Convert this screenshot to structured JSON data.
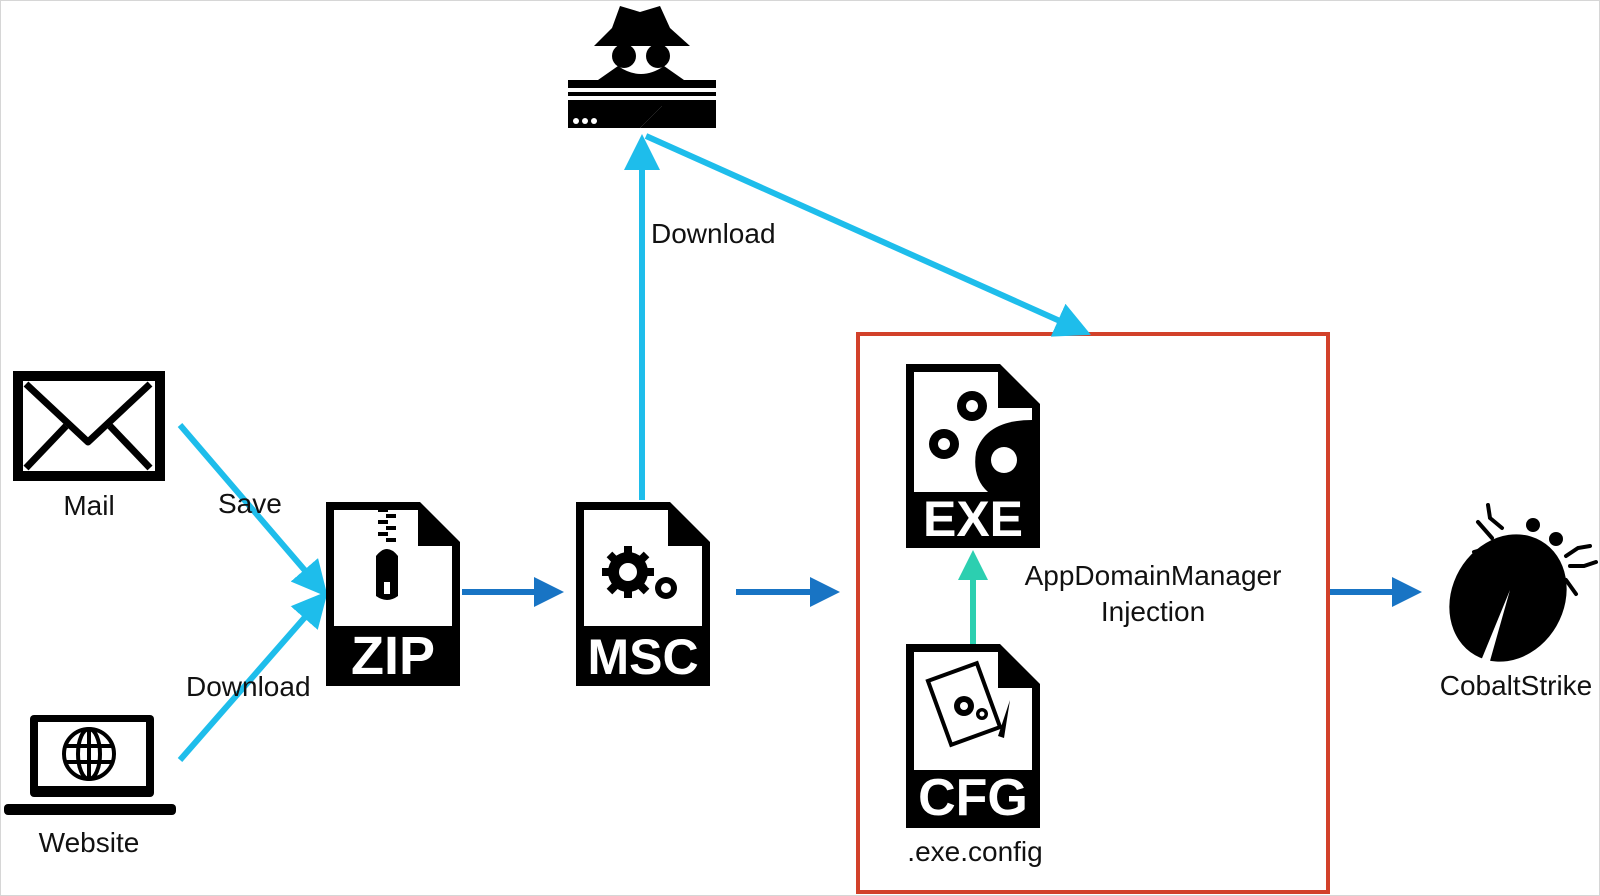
{
  "title": "MSC to AppDomainManager Injection to CobaltStrike attack flow",
  "colors": {
    "light_arrow": "#1EBDEB",
    "dark_arrow": "#1874C4",
    "teal_arrow": "#2CCFB0",
    "group_border": "#D2412A",
    "icon": "#000000"
  },
  "nodes": {
    "attacker": {
      "label": "",
      "icon": "hacker-server-icon"
    },
    "mail": {
      "label": "Mail",
      "icon": "envelope-icon"
    },
    "website": {
      "label": "Website",
      "icon": "laptop-globe-icon"
    },
    "zip": {
      "label": "ZIP",
      "icon": "zip-file-icon"
    },
    "msc": {
      "label": "MSC",
      "icon": "msc-file-icon"
    },
    "exe": {
      "label": "EXE",
      "icon": "exe-file-icon"
    },
    "cfg": {
      "label": "CFG",
      "icon": "cfg-file-icon",
      "caption": ".exe.config"
    },
    "cobaltstrike": {
      "label": "CobaltStrike",
      "icon": "bug-icon"
    }
  },
  "edges": {
    "mail_to_zip": "Save",
    "website_to_zip": "Download",
    "msc_to_attacker": "Download",
    "attacker_to_group": "",
    "zip_to_msc": "",
    "msc_to_group": "",
    "cfg_to_exe": "",
    "group_to_cobaltstrike": ""
  },
  "group": {
    "label_line1": "AppDomainManager",
    "label_line2": "Injection"
  }
}
